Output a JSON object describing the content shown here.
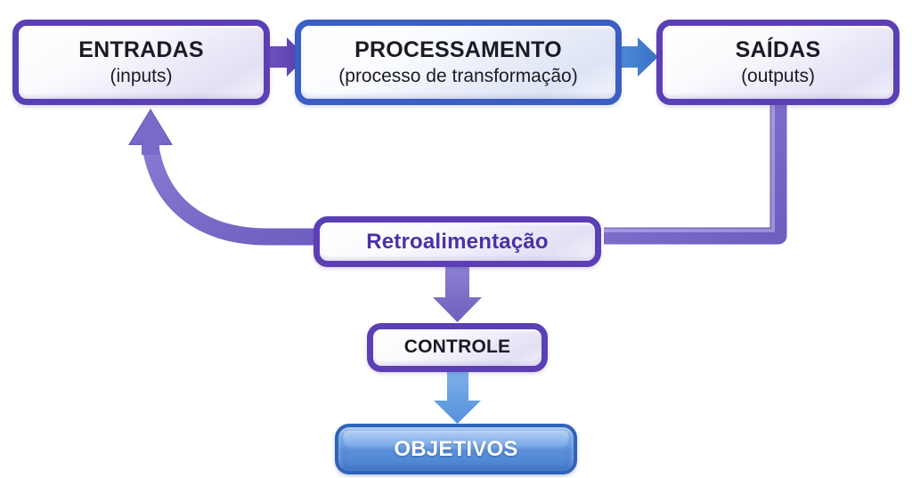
{
  "diagram": {
    "title": "Diagrama de sistema com retroalimentacao",
    "language": "pt-BR",
    "background_color": "#ffffff",
    "palette": {
      "purple_border": "#5b3fb5",
      "blue_border": "#3b5ec2",
      "purple_connector": "#7d6bc8",
      "blue_connector": "#5a93dd",
      "objetivos_fill": "#5d93dd",
      "objetivos_border": "#2f63ba",
      "text_dark": "#1b1b25",
      "retro_text": "#4b31a8",
      "objetivos_text": "#ffffff"
    }
  },
  "nodes": {
    "entradas": {
      "title": "ENTRADAS",
      "subtitle": "(inputs)",
      "style": "purple-plate"
    },
    "processamento": {
      "title": "PROCESSAMENTO",
      "subtitle": "(processo de transformação)",
      "style": "blue-plate"
    },
    "saidas": {
      "title": "SAÍDAS",
      "subtitle": "(outputs)",
      "style": "purple-plate"
    },
    "retroalimentacao": {
      "title": "Retroalimentação",
      "subtitle": "",
      "style": "purple-plate"
    },
    "controle": {
      "title": "CONTROLE",
      "subtitle": "",
      "style": "purple-plate"
    },
    "objetivos": {
      "title": "OBJETIVOS",
      "subtitle": "",
      "style": "solid-blue-button"
    }
  },
  "connectors": [
    {
      "id": "entradas-to-processamento",
      "from": "entradas",
      "to": "processamento",
      "shape": "arrow-right",
      "color": "#5b3fb5"
    },
    {
      "id": "processamento-to-saidas",
      "from": "processamento",
      "to": "saidas",
      "shape": "arrow-right",
      "color": "#3f7fd0"
    },
    {
      "id": "saidas-to-retroalimentacao",
      "from": "saidas",
      "to": "retroalimentacao",
      "shape": "elbow-down-left",
      "color": "#7d6bc8"
    },
    {
      "id": "retroalimentacao-to-entradas",
      "from": "retroalimentacao",
      "to": "entradas",
      "shape": "curve-up-arrow",
      "color": "#7161c4"
    },
    {
      "id": "retroalimentacao-to-controle",
      "from": "retroalimentacao",
      "to": "controle",
      "shape": "arrow-down",
      "color": "#7b6cc6"
    },
    {
      "id": "controle-to-objetivos",
      "from": "controle",
      "to": "objetivos",
      "shape": "arrow-down",
      "color": "#5a93dd"
    }
  ]
}
